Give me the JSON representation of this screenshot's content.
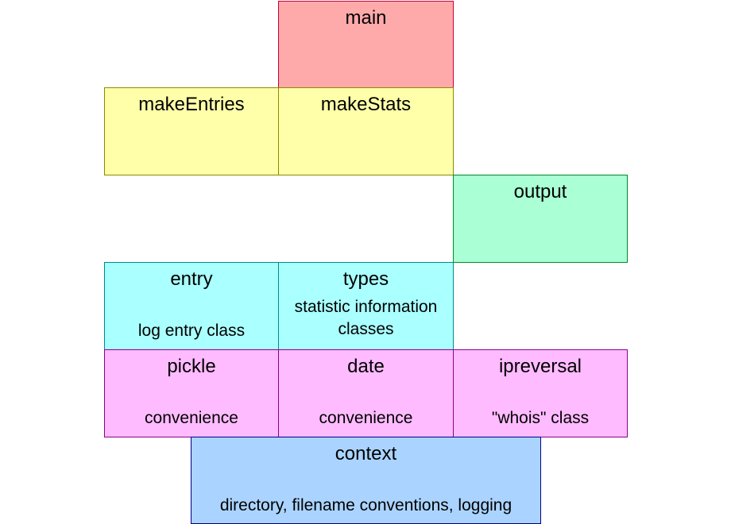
{
  "colors": {
    "red": "#ffaaaa",
    "yellow": "#ffffaa",
    "green": "#aaffd4",
    "cyan": "#aaffff",
    "pink": "#ffbbff",
    "blue": "#aad4ff"
  },
  "modules": {
    "main": {
      "title": "main"
    },
    "makeEntries": {
      "title": "makeEntries"
    },
    "makeStats": {
      "title": "makeStats"
    },
    "output": {
      "title": "output"
    },
    "entry": {
      "title": "entry",
      "desc": "log entry class"
    },
    "types": {
      "title": "types",
      "desc_line1": "statistic information",
      "desc_line2": "classes"
    },
    "pickle": {
      "title": "pickle",
      "desc": "convenience"
    },
    "date": {
      "title": "date",
      "desc": "convenience"
    },
    "ipreversal": {
      "title": "ipreversal",
      "desc": "\"whois\" class"
    },
    "context": {
      "title": "context",
      "desc": "directory, filename conventions, logging"
    }
  }
}
